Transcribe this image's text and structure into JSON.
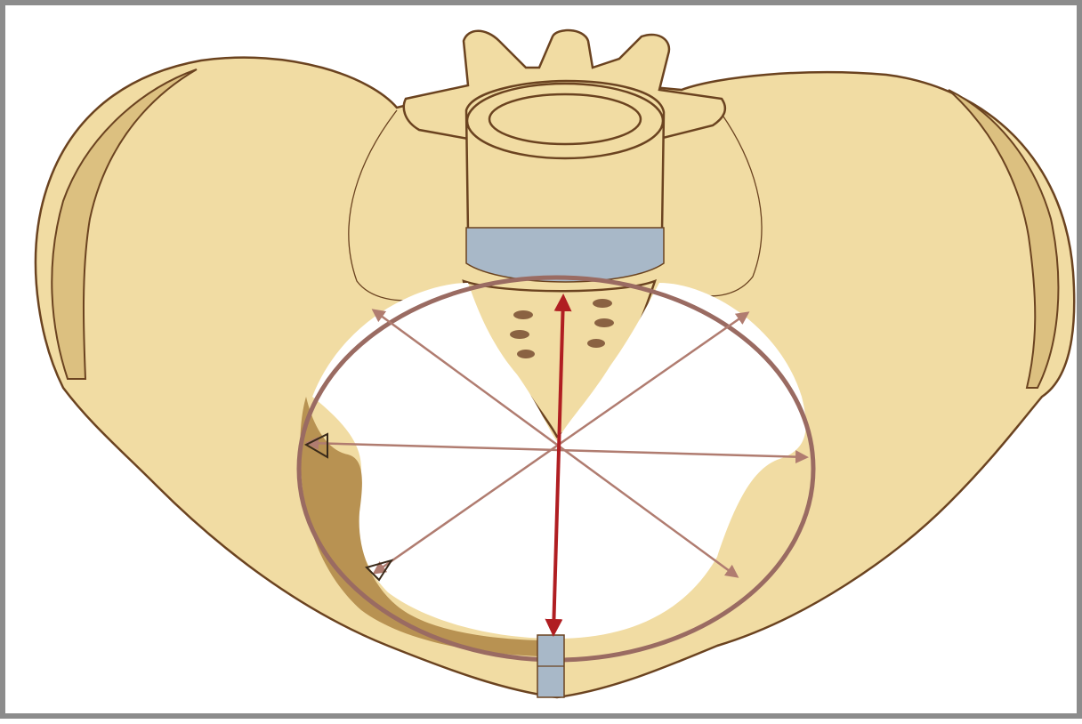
{
  "figure": {
    "subject": "pelvis-inlet-diameters-illustration",
    "colors": {
      "bone": "#f1dca3",
      "bone_outline": "#6b4320",
      "bone_shadow": "#dcc080",
      "pelvic_brim": "#9a6b62",
      "intervertebral_disc": "#a8b8c8",
      "sacral_foramina": "#8a6242",
      "linea_terminalis": "#b89252",
      "diameter_arrows": "#b07c70",
      "conjugate_arrow": "#b01e22",
      "frame_border": "#8c8c8c",
      "inlet_opening": "#ffffff"
    },
    "diameters": [
      "conjugate",
      "transverse",
      "oblique-left",
      "oblique-right"
    ],
    "markers": [
      "triangle-marker-upper",
      "triangle-marker-lower"
    ]
  }
}
